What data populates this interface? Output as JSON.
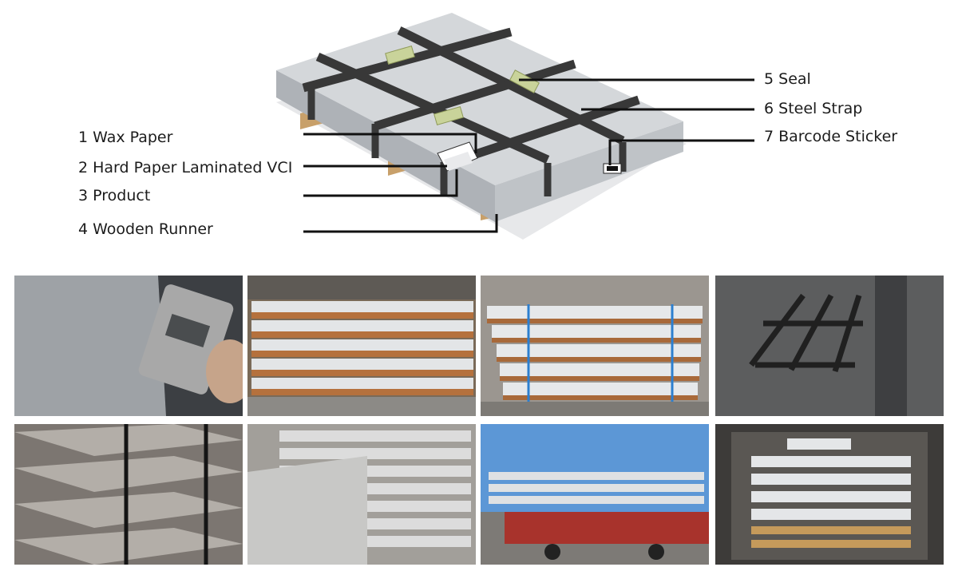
{
  "callouts_left": [
    {
      "id": "wax-paper",
      "label": "1 Wax Paper"
    },
    {
      "id": "hard-paper",
      "label": "2 Hard Paper Laminated VCI"
    },
    {
      "id": "product",
      "label": "3 Product"
    },
    {
      "id": "wooden-runner",
      "label": "4 Wooden Runner"
    }
  ],
  "callouts_right": [
    {
      "id": "seal",
      "label": "5 Seal"
    },
    {
      "id": "steel-strap",
      "label": "6 Steel Strap"
    },
    {
      "id": "barcode-sticker",
      "label": "7 Barcode Sticker"
    }
  ],
  "photos": [
    {
      "id": "caliper-measurement",
      "subject": "thickness measurement with digital caliper"
    },
    {
      "id": "stacked-bundles-warehouse",
      "subject": "sheet bundles on wooden runners in warehouse"
    },
    {
      "id": "strapped-bundles-blue-straps",
      "subject": "bundles with blue straps and edge protectors"
    },
    {
      "id": "wooden-runner-frame",
      "subject": "steel runner frame on floor"
    },
    {
      "id": "wrapped-bundles",
      "subject": "bundles wrapped in grey wax paper with black straps"
    },
    {
      "id": "bare-sheet-stacks",
      "subject": "galvanized sheet stacks"
    },
    {
      "id": "truck-loading",
      "subject": "bundles loaded on red truck"
    },
    {
      "id": "container-loading",
      "subject": "bundles loaded inside container"
    }
  ],
  "colors": {
    "sheet_top": "#d3d6d9",
    "sheet_side": "#a5a9ae",
    "strap": "#3a3a3a",
    "seal": "#c9d39a",
    "wood": "#c8a06a",
    "line": "#111111"
  }
}
